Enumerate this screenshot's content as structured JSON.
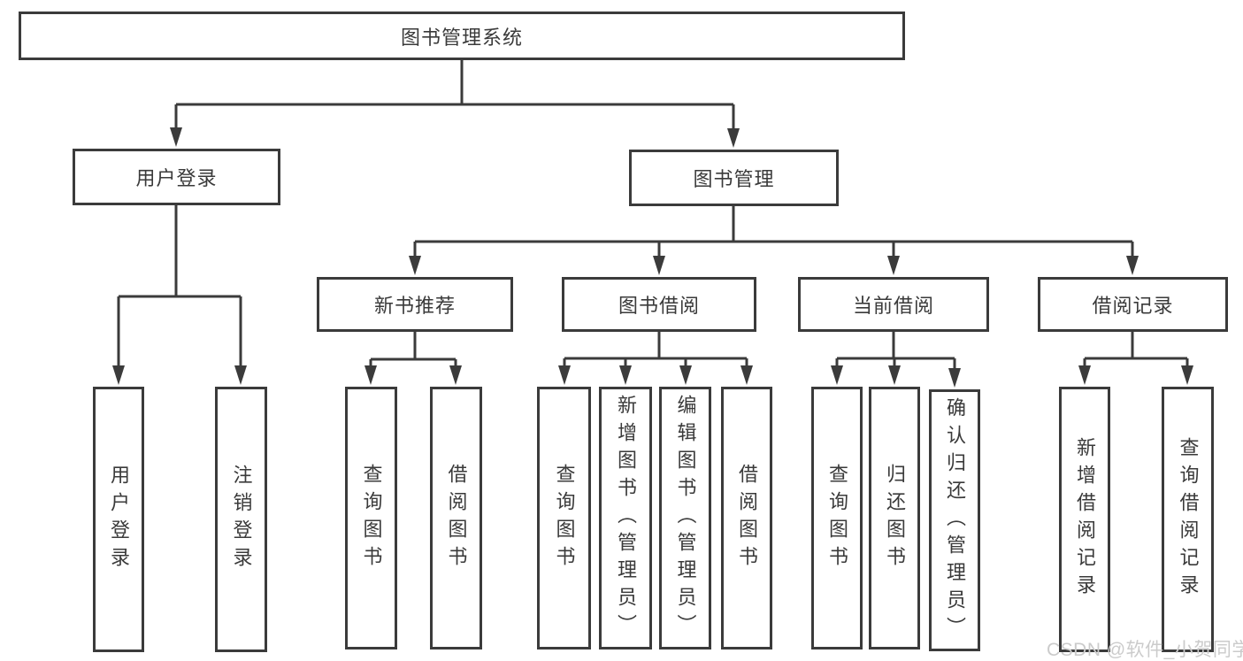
{
  "title": "图书管理系统",
  "level2": [
    {
      "label": "用户登录"
    },
    {
      "label": "图书管理"
    }
  ],
  "level3": [
    {
      "label": "新书推荐"
    },
    {
      "label": "图书借阅"
    },
    {
      "label": "当前借阅"
    },
    {
      "label": "借阅记录"
    }
  ],
  "leaves": {
    "user_login": [
      "用户登录",
      "注销登录"
    ],
    "new_book": [
      "查询图书",
      "借阅图书"
    ],
    "book_borrow": [
      "查询图书",
      "新增图书（管理员）",
      "编辑图书（管理员）",
      "借阅图书"
    ],
    "current_borrow": [
      "查询图书",
      "归还图书",
      "确认归还（管理员）"
    ],
    "records": [
      "新增借阅记录",
      "查询借阅记录"
    ]
  },
  "watermark": "CSDN @软件_小贺同学",
  "colors": {
    "line": "#3b3b3b",
    "text": "#3a3a3a",
    "watermark": "#cbcbcb",
    "background": "#ffffff"
  }
}
